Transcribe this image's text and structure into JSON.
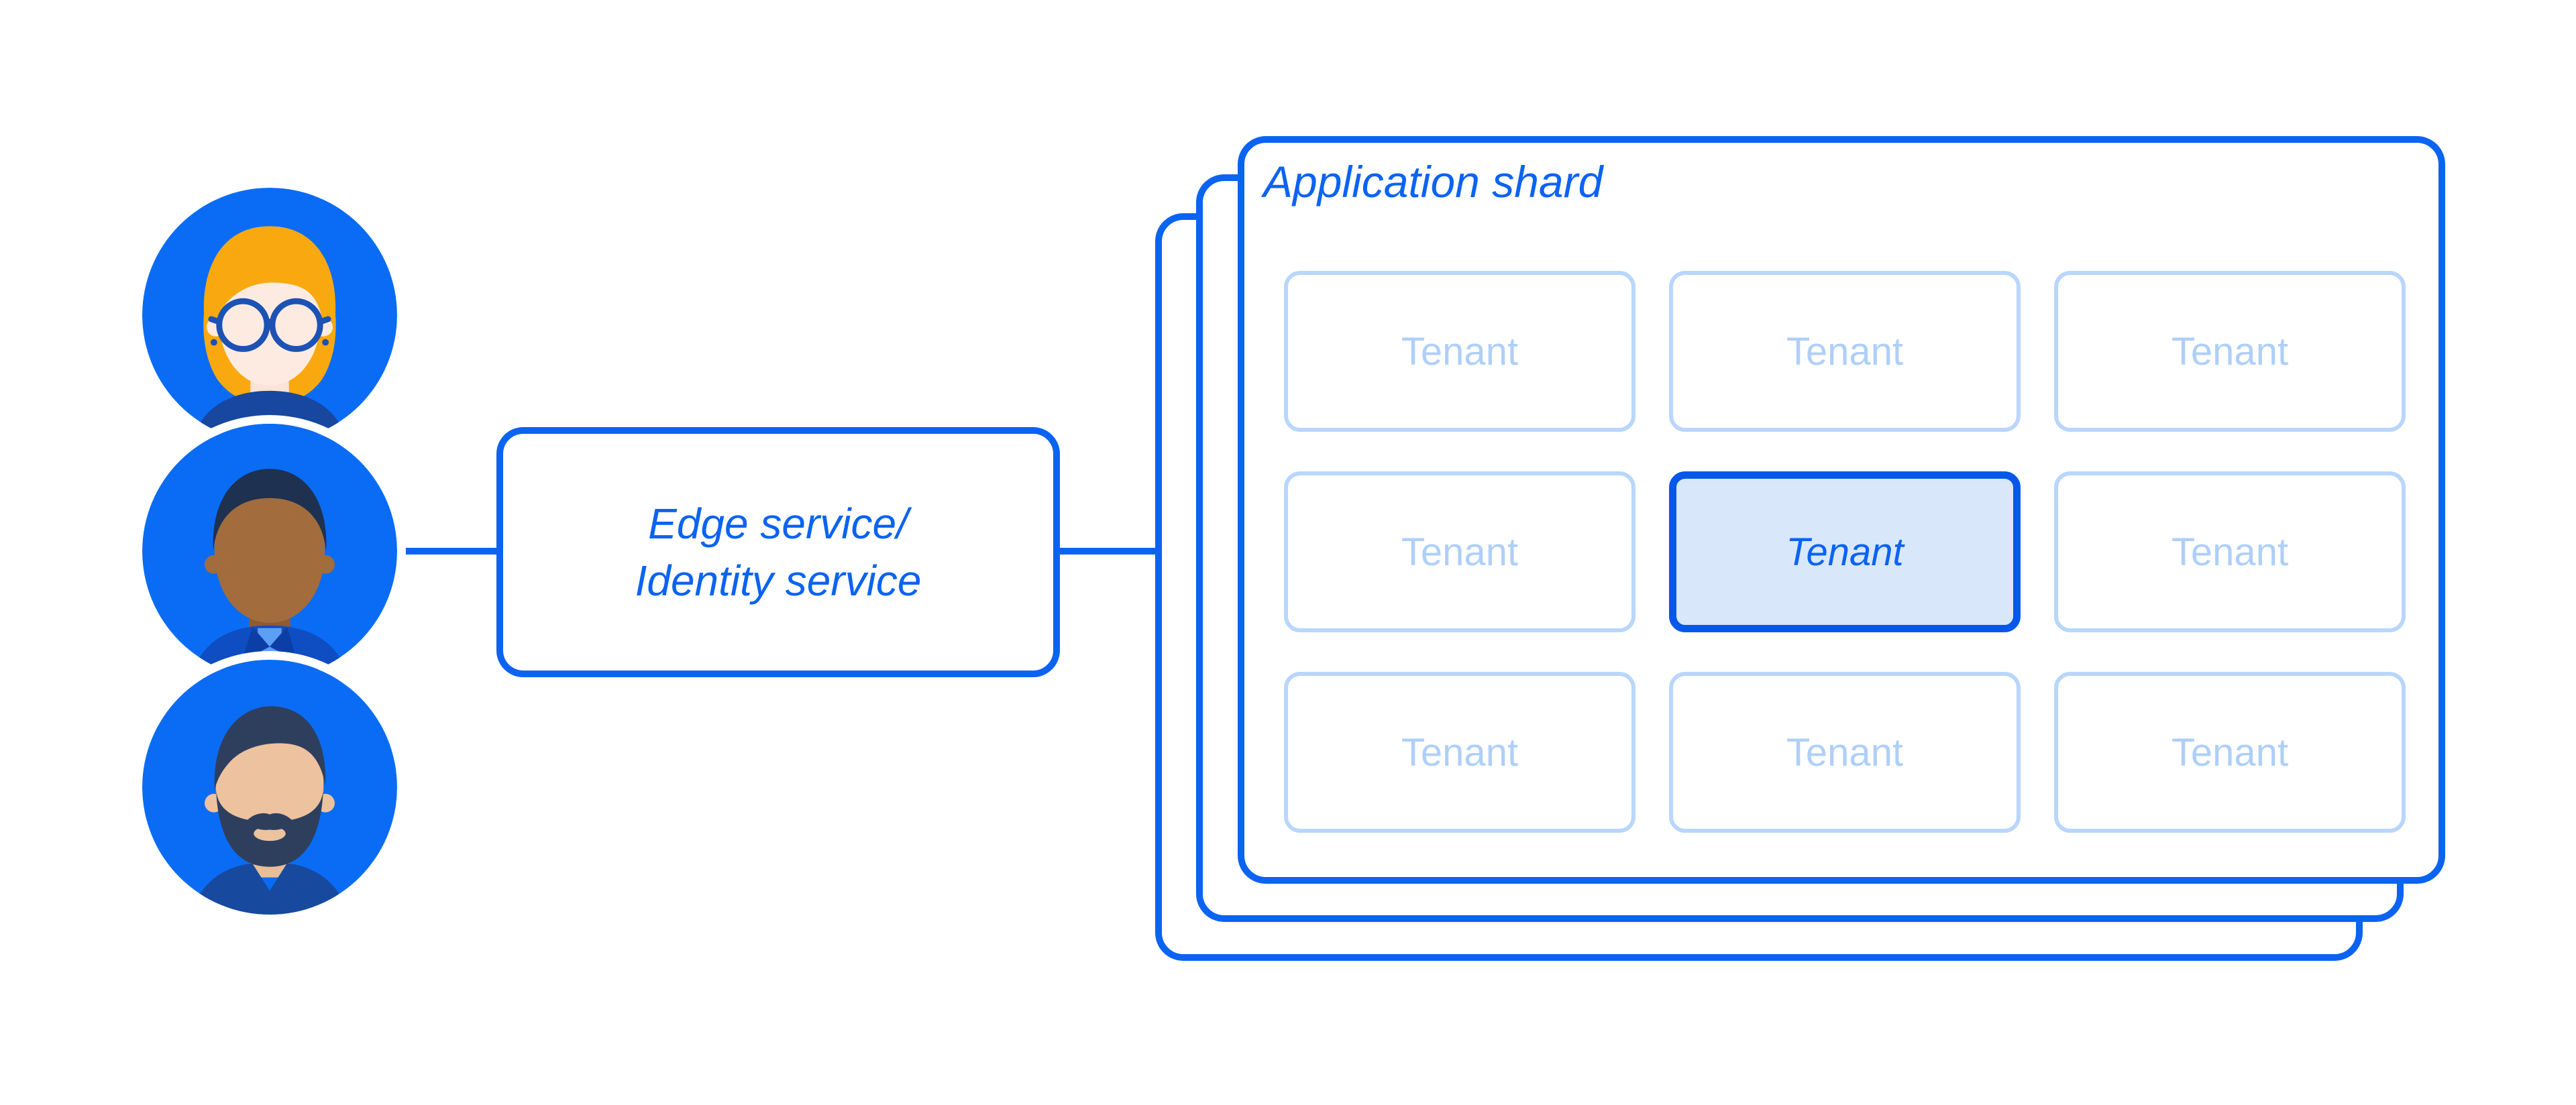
{
  "colors": {
    "background": "#FFFFFF",
    "primary": "#0B63F2",
    "avatar-blue": "#0A6CF5",
    "light-border": "#B9D6FC",
    "light-text": "#AFCFF9",
    "highlight-border": "#0658E8",
    "highlight-fill": "#D9E7FB",
    "card-fill": "#FFFFFF"
  },
  "users": {
    "avatars": [
      {
        "icon": "avatar-woman-glasses-icon"
      },
      {
        "icon": "avatar-man-short-hair-icon"
      },
      {
        "icon": "avatar-man-beard-icon"
      }
    ]
  },
  "edge_service": {
    "label_line1": "Edge service/",
    "label_line2": "Identity service"
  },
  "application_shard": {
    "title": "Application shard",
    "stacked_cards": 3,
    "tenants": [
      {
        "label": "Tenant",
        "highlighted": false
      },
      {
        "label": "Tenant",
        "highlighted": false
      },
      {
        "label": "Tenant",
        "highlighted": false
      },
      {
        "label": "Tenant",
        "highlighted": false
      },
      {
        "label": "Tenant",
        "highlighted": true
      },
      {
        "label": "Tenant",
        "highlighted": false
      },
      {
        "label": "Tenant",
        "highlighted": false
      },
      {
        "label": "Tenant",
        "highlighted": false
      },
      {
        "label": "Tenant",
        "highlighted": false
      }
    ]
  }
}
